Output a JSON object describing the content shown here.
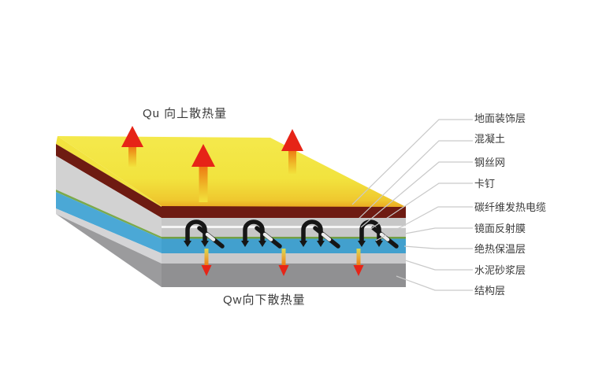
{
  "diagram": {
    "top_heat_label": "Qu 向上散热量",
    "bottom_heat_label": "Qw向下散热量"
  },
  "layer_labels": [
    {
      "id": "floor-decoration",
      "text": "地面装饰层"
    },
    {
      "id": "concrete",
      "text": "混凝土"
    },
    {
      "id": "steel-wire-mesh",
      "text": "钢丝网"
    },
    {
      "id": "clip-nail",
      "text": "卡钉"
    },
    {
      "id": "carbon-fiber-heating-cable",
      "text": "碳纤维发热电缆"
    },
    {
      "id": "mirror-reflective-film",
      "text": "镜面反射膜"
    },
    {
      "id": "thermal-insulation",
      "text": "绝热保温层"
    },
    {
      "id": "cement-mortar",
      "text": "水泥砂浆层"
    },
    {
      "id": "structural-layer",
      "text": "结构层"
    }
  ],
  "colors": {
    "surface_yellow": "#F2E33E",
    "decoration_maroon": "#6E1B12",
    "concrete_gray": "#C7C7C7",
    "concrete_gray_side": "#D2D2D2",
    "wire_mesh_white": "#F4F4F4",
    "reflective_green": "#74A044",
    "reflective_green_side": "#7CA94C",
    "insulation_blue": "#42A0CE",
    "insulation_blue_side": "#4BA8D6",
    "mortar_gray": "#C9C9CB",
    "mortar_gray_side": "#D4D4D6",
    "structure_gray": "#909092",
    "structure_gray_side": "#9B9B9D",
    "arrow_red": "#E62417",
    "cable_black": "#161616",
    "leader_line": "#C9C9C9",
    "text_color": "#3A3A3A"
  }
}
